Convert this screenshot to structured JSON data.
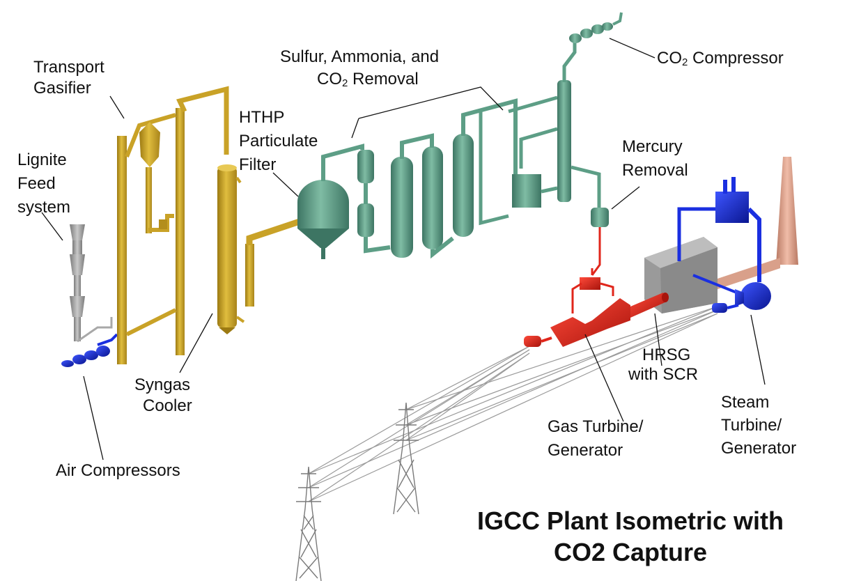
{
  "colors": {
    "gasifier": "#c9a227",
    "gasifier_dark": "#9c7a12",
    "cleanup": "#5d9e86",
    "cleanup_dark": "#3d7563",
    "power": "#e0261b",
    "power_dark": "#a8140c",
    "steam": "#1a2fe0",
    "steam_dark": "#0a1690",
    "hrsg": "#9a9a9a",
    "stack": "#d9a08a",
    "feed": "#a8a8a8",
    "tower": "#8a8a8a"
  },
  "labels": {
    "transport_gasifier": [
      "Transport",
      "Gasifier"
    ],
    "lignite_feed": [
      "Lignite",
      "Feed",
      "system"
    ],
    "air_compressors": "Air Compressors",
    "syngas_cooler": [
      "Syngas",
      "Cooler"
    ],
    "hthp_filter": [
      "HTHP",
      "Particulate",
      "Filter"
    ],
    "sulfur_removal": {
      "line1": "Sulfur, Ammonia, and",
      "line2_pre": "CO",
      "line2_sub": "2",
      "line2_post": " Removal"
    },
    "co2_compressor": {
      "pre": "CO",
      "sub": "2",
      "post": " Compressor"
    },
    "mercury_removal": [
      "Mercury",
      "Removal"
    ],
    "hrsg": [
      "HRSG",
      "with SCR"
    ],
    "gas_turbine": [
      "Gas Turbine/",
      "Generator"
    ],
    "steam_turbine": [
      "Steam",
      "Turbine/",
      "Generator"
    ]
  },
  "title": [
    "IGCC Plant Isometric with",
    "CO2 Capture"
  ]
}
